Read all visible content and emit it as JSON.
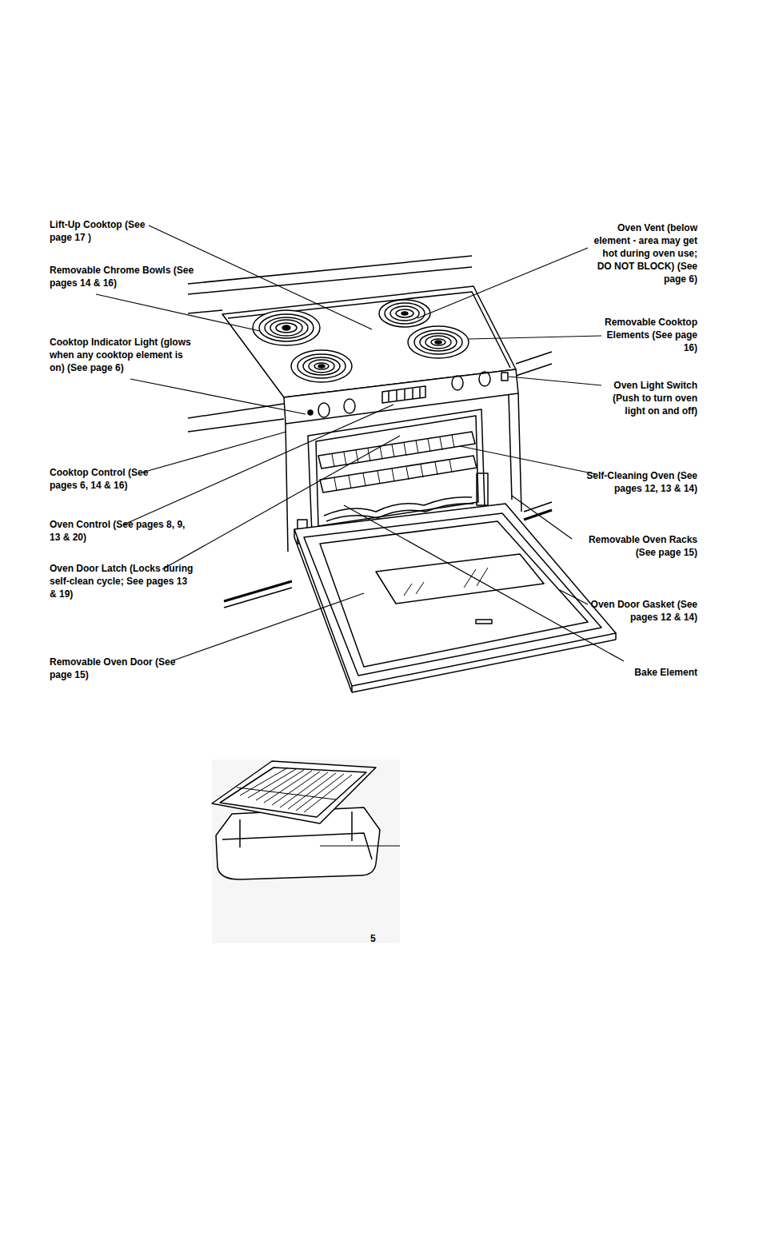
{
  "diagram": {
    "labels": [
      "Lift-Up Cooktop (See page 17 )",
      "Removable Chrome Bowls (See pages 14 & 16)",
      "Cooktop Indicator Light (glows when any cooktop element is on) (See page 6)",
      "Cooktop Control (See pages 6, 14 & 16)",
      "Oven Control (See pages 8, 9, 13 & 20)",
      "Oven Door Latch (Locks during self-clean cycle; See pages 13 & 19)",
      "Removable Oven Door (See page 15)",
      "Oven Vent (below element - area may get hot during oven use; DO NOT BLOCK) (See page 6)",
      "Removable Cooktop Elements (See page 16)",
      "Oven Light Switch (Push to turn oven light on and off)",
      "Self-Cleaning Oven (See pages 12, 13 & 14)",
      "Removable Oven Racks (See page 15)",
      "Oven Door Gasket (See pages 12 & 14)",
      "Bake Element",
      "5"
    ]
  }
}
